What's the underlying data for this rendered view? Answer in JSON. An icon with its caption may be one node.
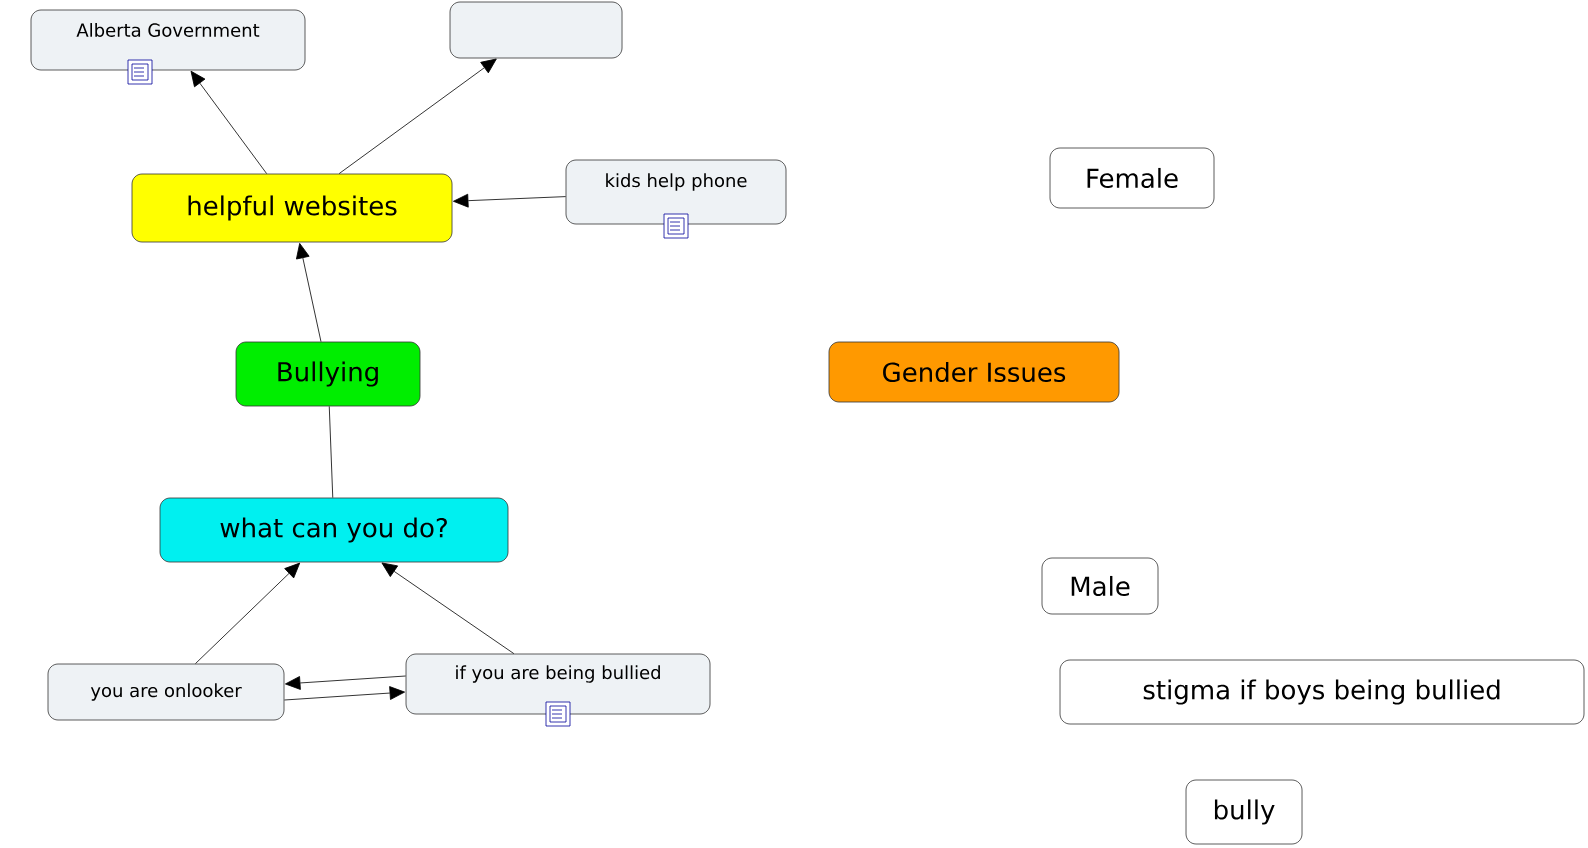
{
  "diagram": {
    "nodes": [
      {
        "text": [
          "Alberta Government"
        ]
      },
      {
        "text": [],
        "shape": "box"
      },
      {
        "text": [
          "helpful websites"
        ]
      },
      {
        "text": [
          "kids help phone"
        ]
      },
      {
        "text": [
          "Bullying"
        ]
      },
      {
        "text": [
          "what can you do?"
        ]
      },
      {
        "text": [
          "you are onlooker"
        ]
      },
      {
        "text": [
          "if you are being bullied"
        ]
      },
      {
        "text": [
          "Female"
        ]
      },
      {
        "text": [
          "Gender Issues"
        ]
      },
      {
        "text": [
          "Male"
        ]
      },
      {
        "text": [
          "stigma if boys being bullied"
        ]
      },
      {
        "text": [
          "bully"
        ]
      }
    ],
    "edges": [
      {
        "from": 2,
        "to": 0,
        "arrow": "to"
      },
      {
        "from": 2,
        "to": 1,
        "arrow": "to"
      },
      {
        "from": 3,
        "to": 2,
        "arrow": "to"
      },
      {
        "from": 4,
        "to": 2,
        "arrow": "to"
      },
      {
        "from": 5,
        "to": 4,
        "arrow": "none"
      },
      {
        "from": 6,
        "to": 5,
        "arrow": "to"
      },
      {
        "from": 7,
        "to": 5,
        "arrow": "to"
      },
      {
        "from": 7,
        "to": 6,
        "arrow": "to"
      },
      {
        "from": 6,
        "to": 7,
        "arrow": "to"
      }
    ]
  }
}
